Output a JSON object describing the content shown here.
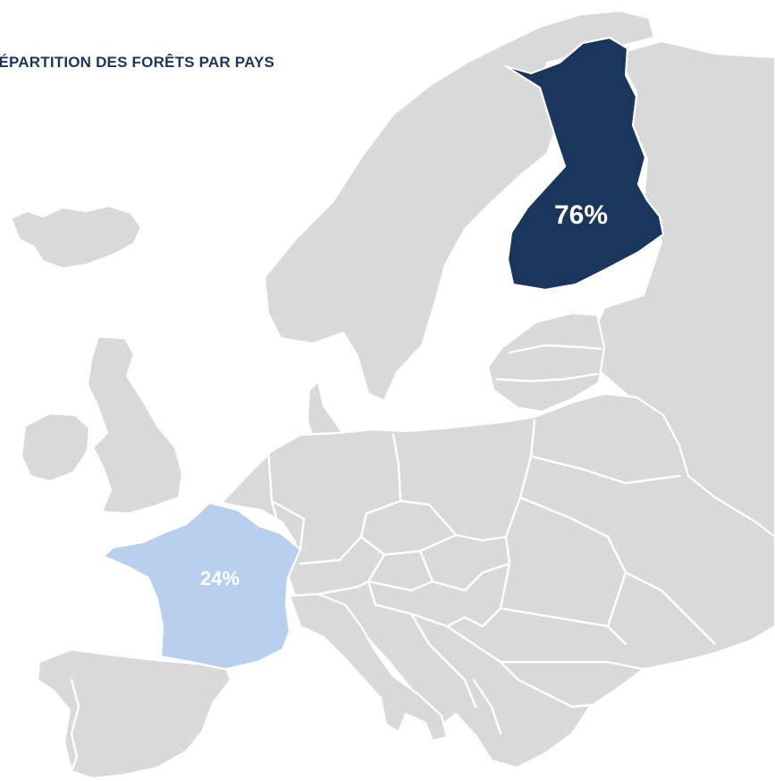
{
  "title": "RÉPARTITION DES FORÊTS PAR PAYS",
  "colors": {
    "land": "#d9d9d9",
    "highlight_dark": "#1b365d",
    "highlight_light": "#b8cfee",
    "border": "#ffffff",
    "title": "#1b365d",
    "label": "#ffffff"
  },
  "highlights": [
    {
      "country": "finland-region",
      "label": "76%",
      "color": "#1b365d"
    },
    {
      "country": "france-region",
      "label": "24%",
      "color": "#b8cfee"
    }
  ]
}
